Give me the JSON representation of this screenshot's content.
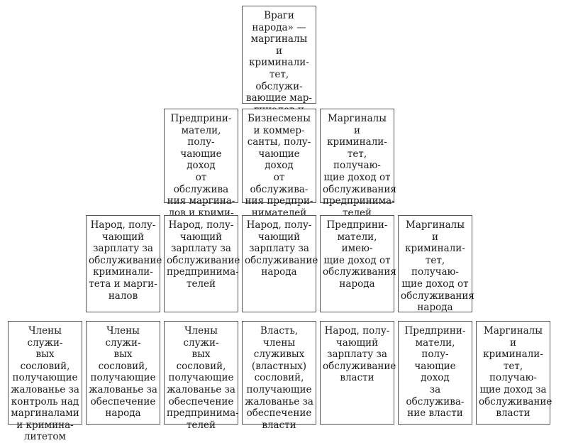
{
  "rows": [
    {
      "boxes": [
        {
          "text": "Враги\nнарода» —\nмаргиналы\nи криминали-\nтет, обслужи-\nвающие мар-\nгиналов и кри-\nминалитет"
        }
      ]
    },
    {
      "boxes": [
        {
          "text": "Предприни-\nматели, полу-\nчающие доход\nот обслужива\nния маргина-\nлов и крими-\nналитета"
        },
        {
          "text": "Бизнесмены\nи коммер-\nсанты, полу-\nчающие доход\nот обслужива-\nния предпри-\nнимателей"
        },
        {
          "text": "Маргиналы\nи криминали-\nтет, получаю-\nщие доход от\nобслуживания\nпредпринима-\nтелей"
        }
      ]
    },
    {
      "boxes": [
        {
          "text": "Народ, полу-\nчающий\nзарплату за\nобслуживание\nкриминали-\nтета и марги-\nналов"
        },
        {
          "text": "Народ, полу-\nчающий\nзарплату за\nобслуживание\nпредпринима-\nтелей"
        },
        {
          "text": "Народ, полу-\nчающий\nзарплату за\nобслуживание\nнарода"
        },
        {
          "text": "Предприни-\nматели, имею-\nщие доход от\nобслуживания\nнарода"
        },
        {
          "text": "Маргиналы\nи криминали-\nтет, получаю-\nщие доход от\nобслуживания\nнарода"
        }
      ]
    },
    {
      "boxes": [
        {
          "text": "Члены служи-\nвых сословий,\nполучающие\nжалованье за\nконтроль над\nмаргиналами\nи кримина-\nлитетом"
        },
        {
          "text": "Члены служи-\nвых сословий,\nполучающие\nжалованье за\nобеспечение\nнарода"
        },
        {
          "text": "Члены служи-\nвых сословий,\nполучающие\nжалованье за\nобеспечение\nпредпринима-\nтелей"
        },
        {
          "text": "Власть, члены\nслуживых\n(властных)\nсословий,\nполучающие\nжалованье за\nобеспечение\nвласти"
        },
        {
          "text": "Народ, полу-\nчающий\nзарплату за\nобслуживание\nвласти"
        },
        {
          "text": "Предприни-\nматели, полу-\nчающие доход\nза обслужива-\nние власти"
        },
        {
          "text": "Маргиналы\nи криминали-\nтет, получаю-\nщие доход за\nобслуживание\nвласти"
        }
      ]
    }
  ]
}
